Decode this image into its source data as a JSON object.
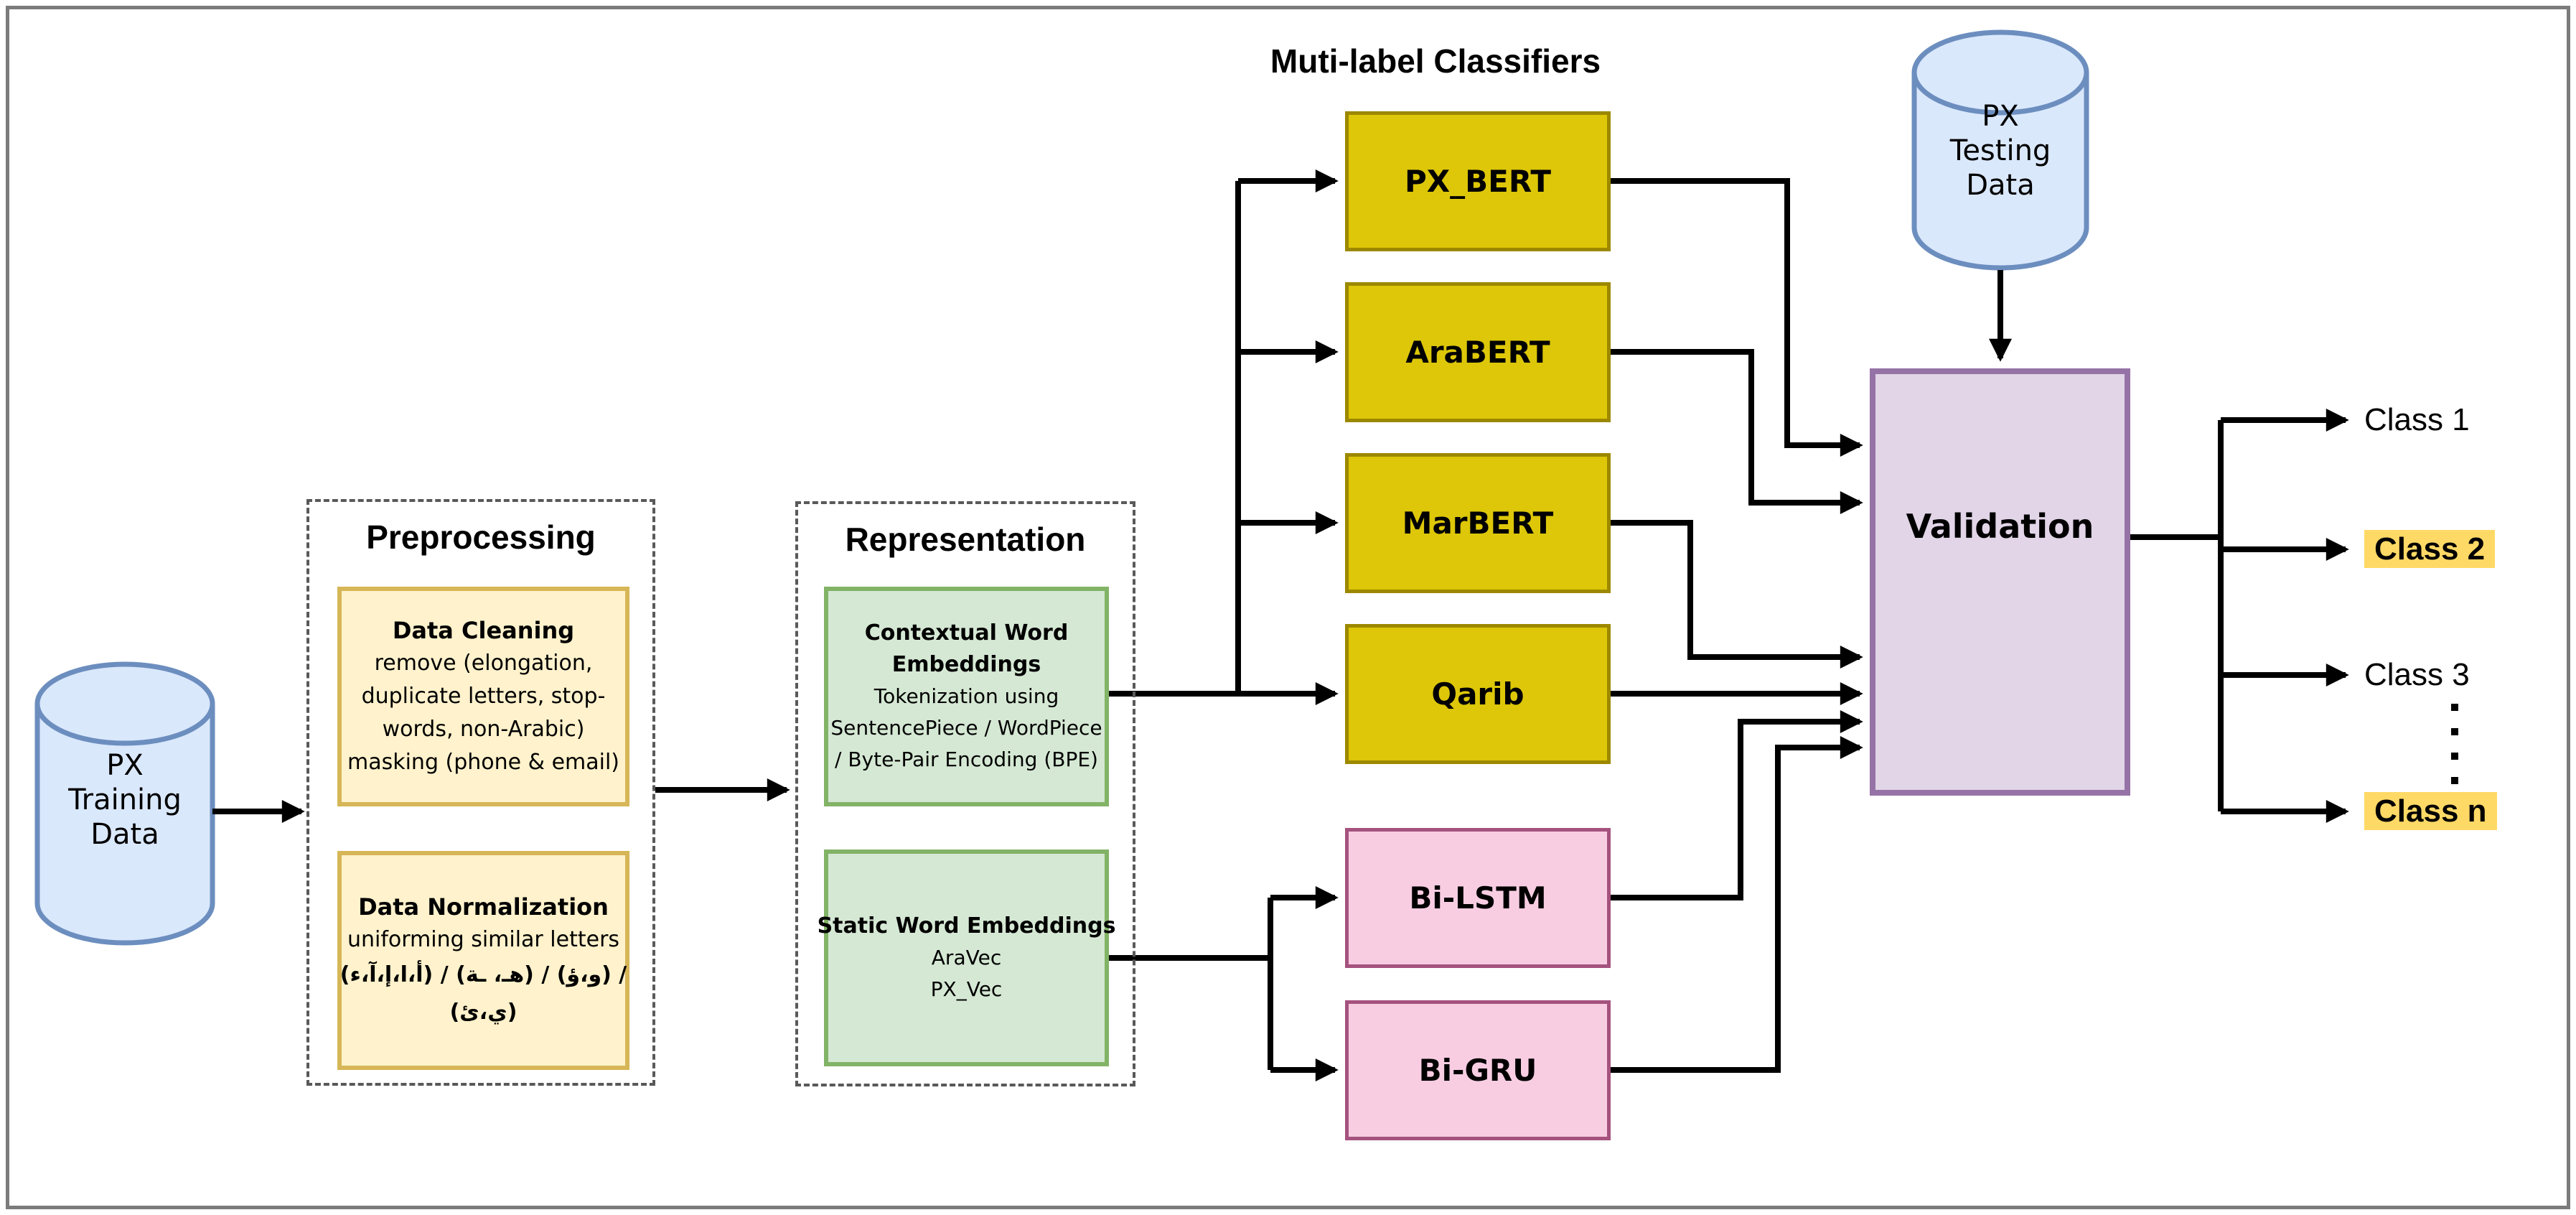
{
  "colors": {
    "db-fill": "#dae8fc",
    "db-stroke": "#6c8ebf",
    "cream-fill": "#fff2cc",
    "cream-stroke": "#d6b656",
    "green-fill": "#d5e8d4",
    "green-stroke": "#82b366",
    "gold-fill": "#ddc708",
    "gold-stroke": "#9c8800",
    "pink-fill": "#f8cde2",
    "pink-stroke": "#a5527e",
    "purple-fill": "#e1d5e7",
    "purple-stroke": "#9673a6",
    "highlight": "#ffd966",
    "line": "#000000",
    "dash-border": "#595959",
    "frame": "#7b7b7b"
  },
  "sources": {
    "training_db_label": "PX\nTraining\nData",
    "testing_db_label": "PX\nTesting\nData"
  },
  "preprocessing": {
    "title": "Preprocessing",
    "cleaning": {
      "title": "Data Cleaning",
      "lines": [
        "remove (elongation,",
        "duplicate letters, stop-",
        "words, non-Arabic)",
        "masking (phone & email)"
      ]
    },
    "normalization": {
      "title": "Data Normalization",
      "line": "uniforming similar letters",
      "arabic_line1": "/ (و،ؤ) / (هـ، ـة) / (أ،ا،إ،آ،ء)",
      "arabic_line2": "(ي،ئ)"
    }
  },
  "representation": {
    "title": "Representation",
    "contextual": {
      "title": "Contextual Word Embeddings",
      "lines": [
        "Tokenization using",
        "SentencePiece / WordPiece",
        "/ Byte-Pair Encoding (BPE)"
      ]
    },
    "static": {
      "title": "Static Word Embeddings",
      "lines": [
        "AraVec",
        "PX_Vec"
      ]
    }
  },
  "classifiers": {
    "title": "Muti-label Classifiers",
    "bert": [
      "PX_BERT",
      "AraBERT",
      "MarBERT",
      "Qarib"
    ],
    "rnn": [
      "Bi-LSTM",
      "Bi-GRU"
    ]
  },
  "validation_label": "Validation",
  "outputs": [
    "Class 1",
    "Class 2",
    "Class 3",
    "Class n"
  ]
}
